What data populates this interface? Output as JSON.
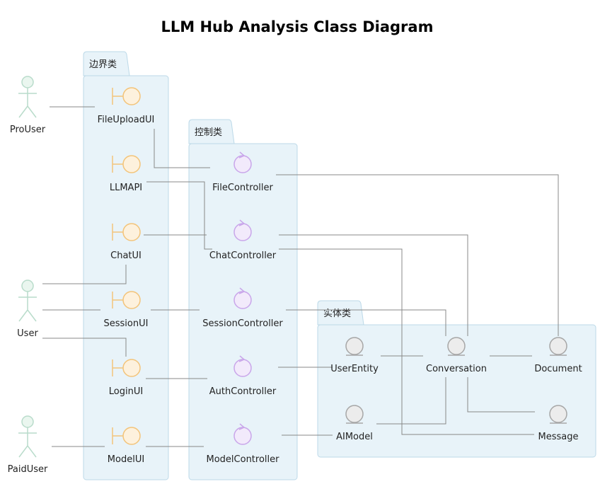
{
  "title": "LLM Hub Analysis Class Diagram",
  "packages": {
    "boundary": "边界类",
    "control": "控制类",
    "entity": "实体类"
  },
  "actors": {
    "pro_user": "ProUser",
    "user": "User",
    "paid_user": "PaidUser"
  },
  "boundary": {
    "file_upload_ui": "FileUploadUI",
    "llm_api": "LLMAPI",
    "chat_ui": "ChatUI",
    "session_ui": "SessionUI",
    "login_ui": "LoginUI",
    "model_ui": "ModelUI"
  },
  "control": {
    "file_controller": "FileController",
    "chat_controller": "ChatController",
    "session_controller": "SessionController",
    "auth_controller": "AuthController",
    "model_controller": "ModelController"
  },
  "entity": {
    "user_entity": "UserEntity",
    "conversation": "Conversation",
    "document": "Document",
    "ai_model": "AIModel",
    "message": "Message"
  },
  "colors": {
    "package_fill": "#e8f3f9",
    "package_border": "#bcd9e8",
    "actor": "#b9dccb",
    "actor_fill": "#eaf6ef",
    "boundary": "#f3c47a",
    "boundary_fill": "#fdf1dd",
    "control": "#c9a6ea",
    "control_fill": "#f2eafb",
    "entity": "#a7a7a7",
    "entity_fill": "#ececec",
    "edge": "#888888"
  }
}
